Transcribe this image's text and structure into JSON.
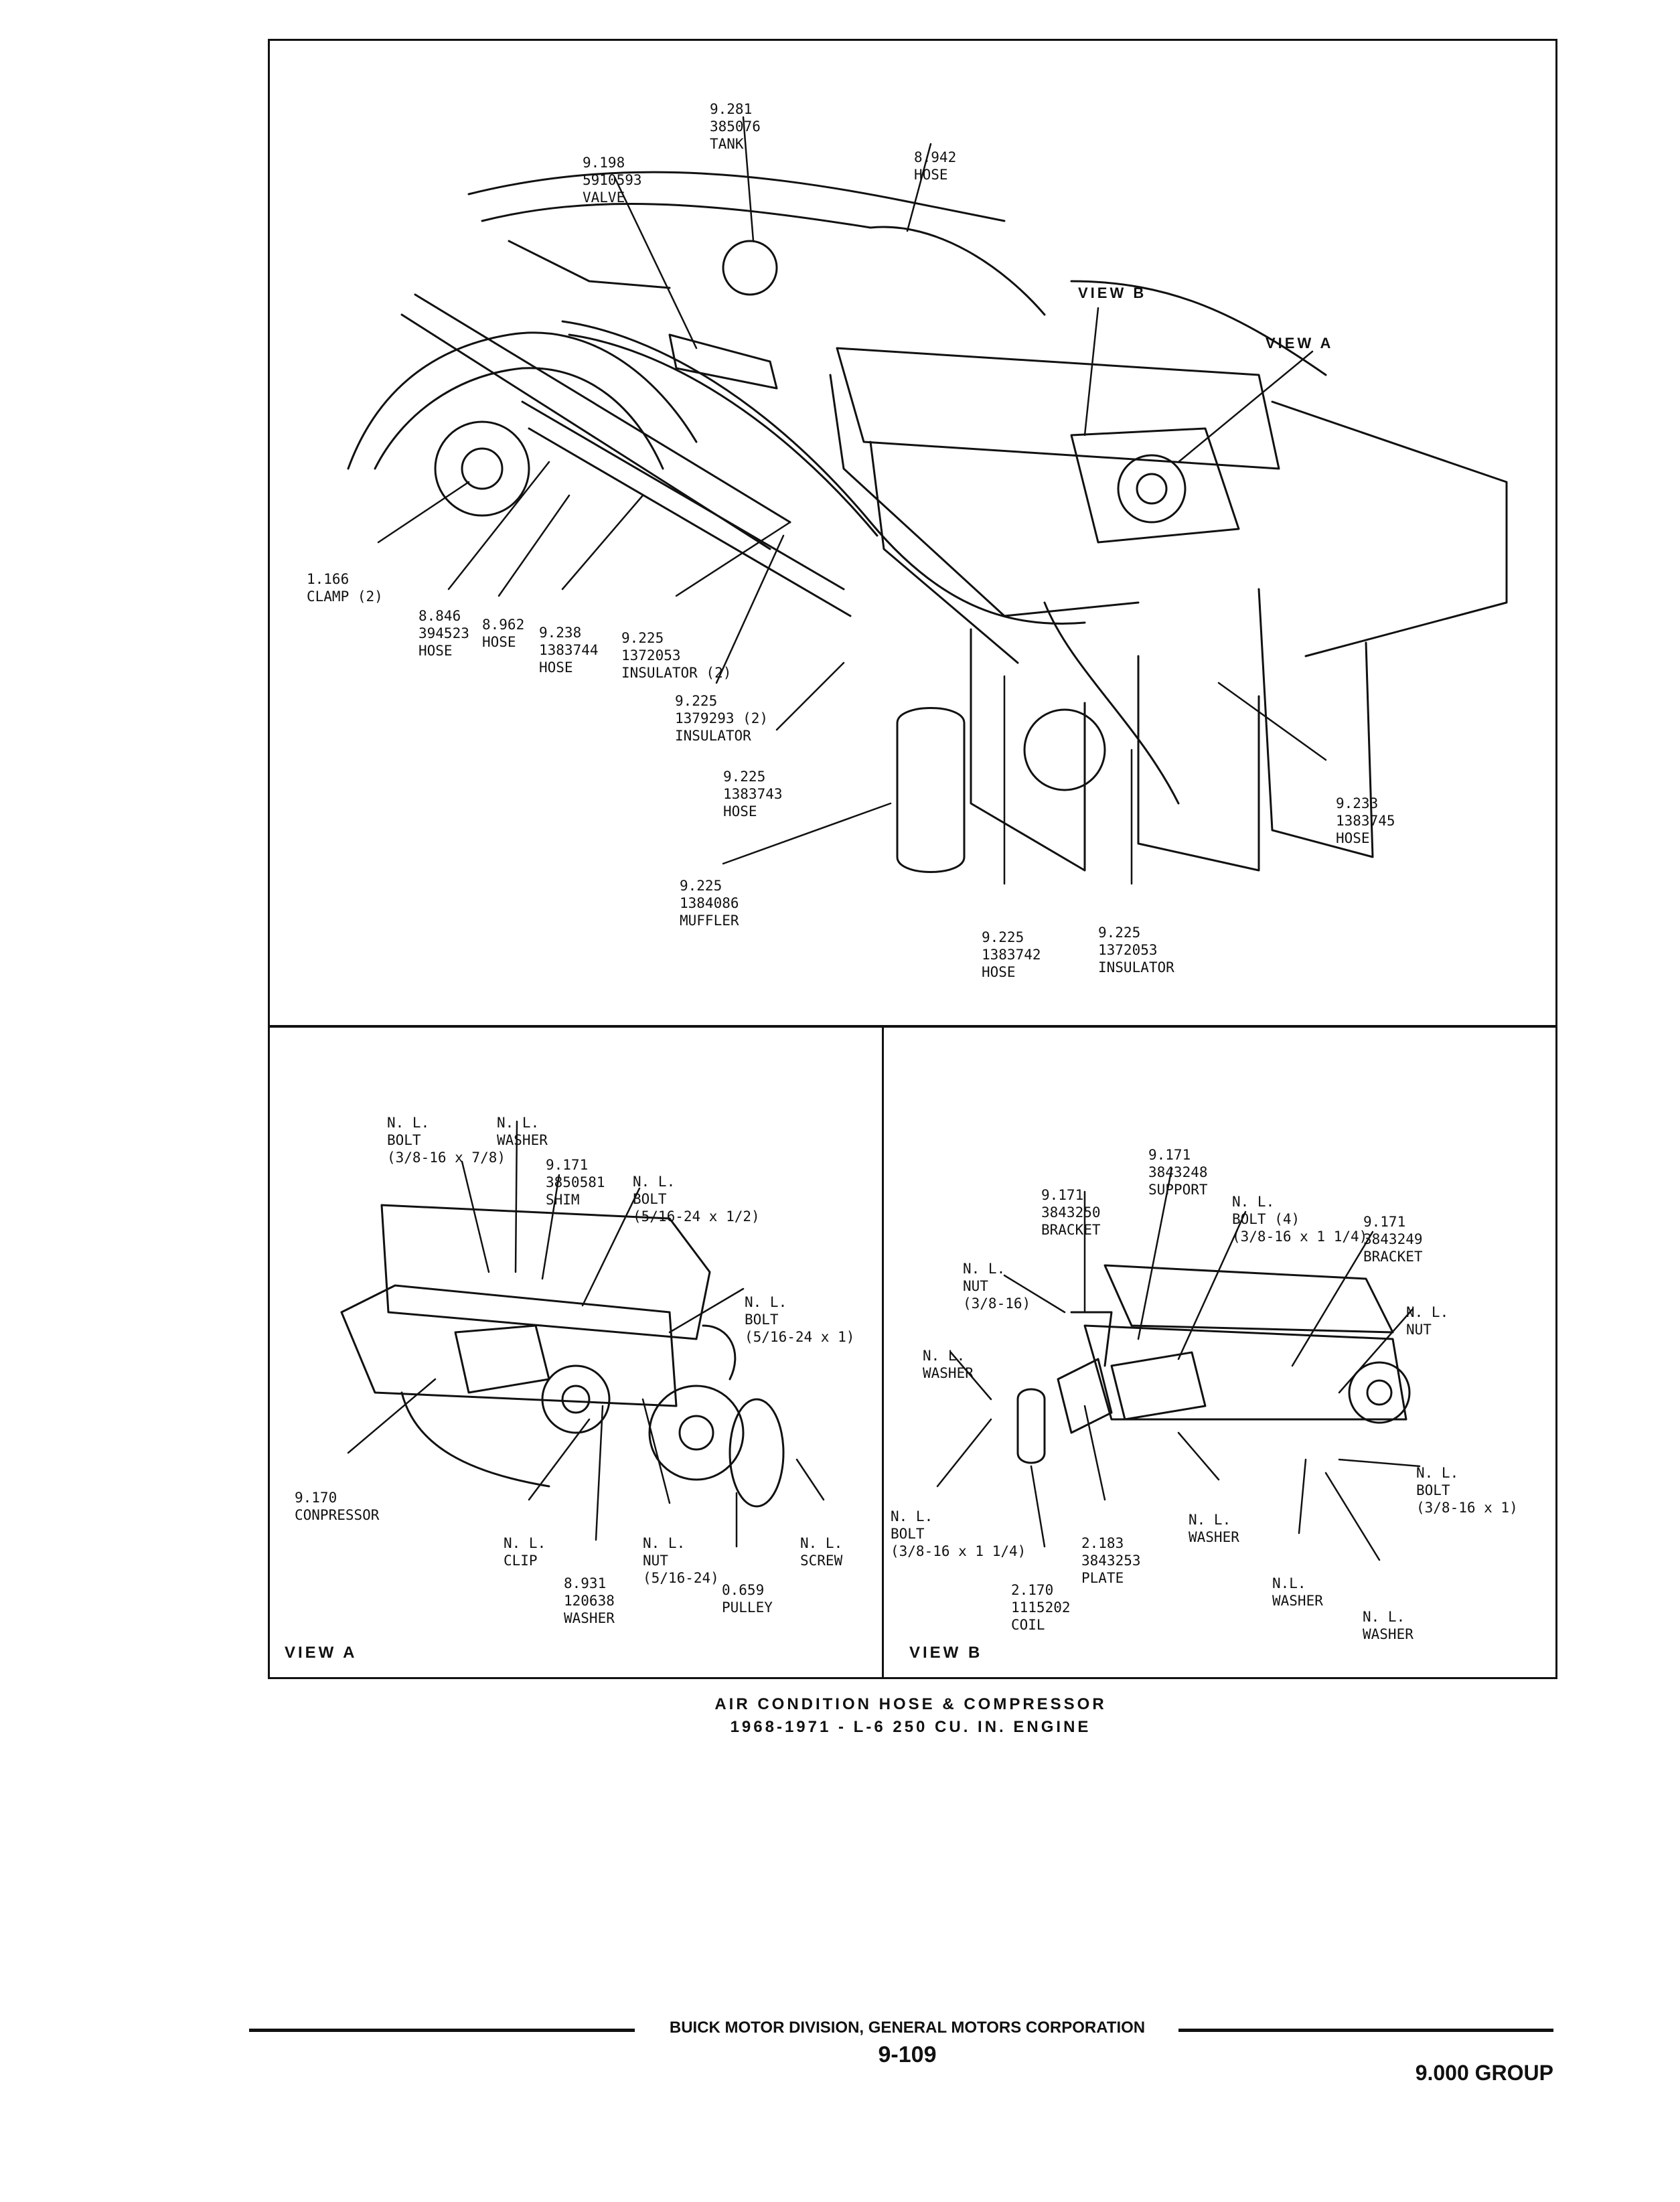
{
  "main_view": {
    "labels": [
      {
        "id": "tank",
        "lines": [
          "9.281",
          "385076",
          "TANK"
        ]
      },
      {
        "id": "valve",
        "lines": [
          "9.198",
          "5910593",
          "VALVE"
        ]
      },
      {
        "id": "hose_8942",
        "lines": [
          "8.942",
          "HOSE"
        ]
      },
      {
        "id": "view_b_ref",
        "lines": [
          "VIEW B"
        ]
      },
      {
        "id": "view_a_ref",
        "lines": [
          "VIEW A"
        ]
      },
      {
        "id": "clamp",
        "lines": [
          "1.166",
          "CLAMP (2)"
        ]
      },
      {
        "id": "hose_8846",
        "lines": [
          "8.846",
          "394523",
          "HOSE"
        ]
      },
      {
        "id": "hose_8962",
        "lines": [
          "8.962",
          "HOSE"
        ]
      },
      {
        "id": "hose_9238",
        "lines": [
          "9.238",
          "1383744",
          "HOSE"
        ]
      },
      {
        "id": "insulator_1372053_2",
        "lines": [
          "9.225",
          "1372053",
          "INSULATOR (2)"
        ]
      },
      {
        "id": "insulator_1379293",
        "lines": [
          "9.225",
          "1379293 (2)",
          "INSULATOR"
        ]
      },
      {
        "id": "hose_1383743",
        "lines": [
          "9.225",
          "1383743",
          "HOSE"
        ]
      },
      {
        "id": "muffler",
        "lines": [
          "9.225",
          "1384086",
          "MUFFLER"
        ]
      },
      {
        "id": "hose_1383742",
        "lines": [
          "9.225",
          "1383742",
          "HOSE"
        ]
      },
      {
        "id": "insulator_1372053",
        "lines": [
          "9.225",
          "1372053",
          "INSULATOR"
        ]
      },
      {
        "id": "hose_9233",
        "lines": [
          "9.233",
          "1383745",
          "HOSE"
        ]
      }
    ]
  },
  "view_a": {
    "title": "VIEW A",
    "labels": [
      {
        "id": "bolt_38",
        "lines": [
          "N. L.",
          "BOLT",
          "(3/8-16 x 7/8)"
        ]
      },
      {
        "id": "washer",
        "lines": [
          "N. L.",
          "WASHER"
        ]
      },
      {
        "id": "shim",
        "lines": [
          "9.171",
          "3850581",
          "SHIM"
        ]
      },
      {
        "id": "bolt_516_12",
        "lines": [
          "N. L.",
          "BOLT",
          "(5/16-24 x 1/2)"
        ]
      },
      {
        "id": "bolt_516_1",
        "lines": [
          "N. L.",
          "BOLT",
          "(5/16-24 x 1)"
        ]
      },
      {
        "id": "compressor",
        "lines": [
          "9.170",
          "CONPRESSOR"
        ]
      },
      {
        "id": "clip",
        "lines": [
          "N. L.",
          "CLIP"
        ]
      },
      {
        "id": "nut",
        "lines": [
          "N. L.",
          "NUT",
          "(5/16-24)"
        ]
      },
      {
        "id": "washer_8931",
        "lines": [
          "8.931",
          "120638",
          "WASHER"
        ]
      },
      {
        "id": "pulley",
        "lines": [
          "0.659",
          "PULLEY"
        ]
      },
      {
        "id": "screw",
        "lines": [
          "N. L.",
          "SCREW"
        ]
      }
    ]
  },
  "view_b": {
    "title": "VIEW B",
    "labels": [
      {
        "id": "support",
        "lines": [
          "9.171",
          "3843248",
          "SUPPORT"
        ]
      },
      {
        "id": "bracket_250",
        "lines": [
          "9.171",
          "3843250",
          "BRACKET"
        ]
      },
      {
        "id": "bolt4",
        "lines": [
          "N. L.",
          "BOLT (4)",
          "(3/8-16 x 1 1/4)"
        ]
      },
      {
        "id": "bracket_249",
        "lines": [
          "9.171",
          "3843249",
          "BRACKET"
        ]
      },
      {
        "id": "nut_38",
        "lines": [
          "N. L.",
          "NUT",
          "(3/8-16)"
        ]
      },
      {
        "id": "nut_r",
        "lines": [
          "N. L.",
          "NUT"
        ]
      },
      {
        "id": "washer_l",
        "lines": [
          "N. L.",
          "WASHER"
        ]
      },
      {
        "id": "bolt_r",
        "lines": [
          "N. L.",
          "BOLT",
          "(3/8-16 x 1)"
        ]
      },
      {
        "id": "bolt_l",
        "lines": [
          "N. L.",
          "BOLT",
          "(3/8-16 x 1 1/4)"
        ]
      },
      {
        "id": "washer_m",
        "lines": [
          "N. L.",
          "WASHER"
        ]
      },
      {
        "id": "plate",
        "lines": [
          "2.183",
          "3843253",
          "PLATE"
        ]
      },
      {
        "id": "washer_nl",
        "lines": [
          "N.L.",
          "WASHER"
        ]
      },
      {
        "id": "coil",
        "lines": [
          "2.170",
          "1115202",
          "COIL"
        ]
      },
      {
        "id": "washer_b",
        "lines": [
          "N. L.",
          "WASHER"
        ]
      }
    ]
  },
  "caption": {
    "line1": "AIR CONDITION HOSE & COMPRESSOR",
    "line2": "1968-1971  - L-6 250 CU. IN. ENGINE"
  },
  "footer": {
    "division": "BUICK MOTOR DIVISION, GENERAL MOTORS CORPORATION",
    "page": "9-109",
    "group": "9.000 GROUP"
  }
}
